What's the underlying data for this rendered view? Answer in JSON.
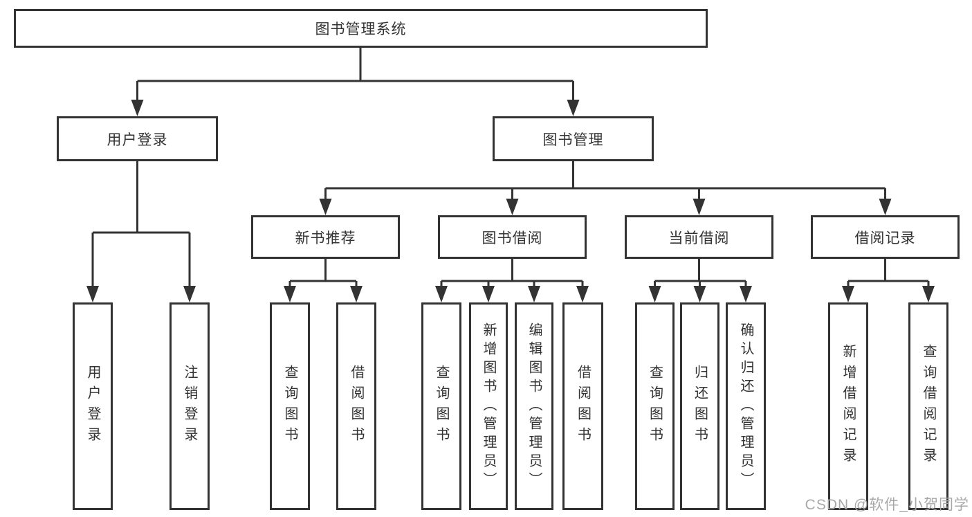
{
  "tree": {
    "root": "图书管理系统",
    "branches": [
      {
        "label": "用户登录",
        "children": [
          "用户登录",
          "注销登录"
        ]
      },
      {
        "label": "图书管理",
        "sections": [
          {
            "label": "新书推荐",
            "children": [
              "查询图书",
              "借阅图书"
            ]
          },
          {
            "label": "图书借阅",
            "children": [
              "查询图书",
              "新增图书（管理员）",
              "编辑图书（管理员）",
              "借阅图书"
            ]
          },
          {
            "label": "当前借阅",
            "children": [
              "查询图书",
              "归还图书",
              "确认归还（管理员）"
            ]
          },
          {
            "label": "借阅记录",
            "children": [
              "新增借阅记录",
              "查询借阅记录"
            ]
          }
        ]
      }
    ]
  },
  "watermark": "CSDN @软件_小贺同学",
  "colors": {
    "background": "#ffffff",
    "box_border": "#333333",
    "line": "#333333",
    "text": "#333333",
    "watermark": "#a8a8a8"
  }
}
